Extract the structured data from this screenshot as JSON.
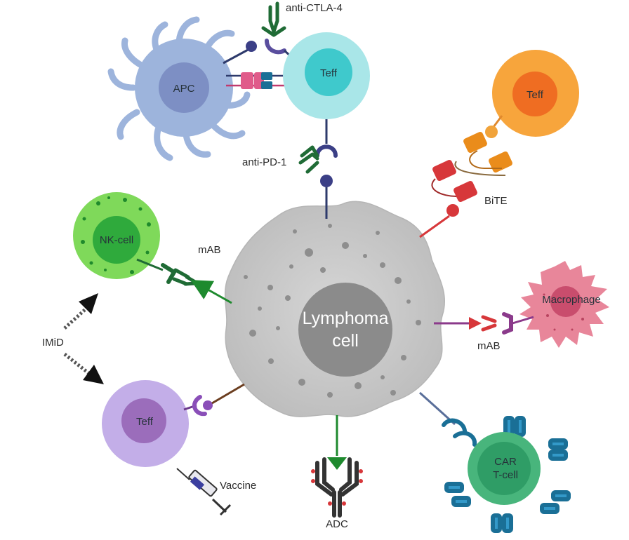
{
  "cells": {
    "lymphoma_line1": "Lymphoma",
    "lymphoma_line2": "cell",
    "apc": "APC",
    "teff_top": "Teff",
    "teff_right": "Teff",
    "teff_left": "Teff",
    "nk": "NK-cell",
    "macrophage": "Macrophage",
    "car_line1": "CAR",
    "car_line2": "T-cell"
  },
  "labels": {
    "anti_ctla4": "anti-CTLA-4",
    "anti_pd1": "anti-PD-1",
    "bite": "BiTE",
    "mab_left": "mAB",
    "mab_right": "mAB",
    "imid": "IMiD",
    "vaccine": "Vaccine",
    "adc": "ADC"
  },
  "colors": {
    "lymphoma_body": "#c7c7c7",
    "lymphoma_nucleus": "#8b8b8b",
    "apc": "#9db4dc",
    "teff_top": "#a9e6e8",
    "teff_right": "#f7a53c",
    "nk": "#7fd95a",
    "macrophage": "#e8869a",
    "car": "#48b57c",
    "teff_left": "#c3aee8",
    "antibody_green": "#1f6b35",
    "adc_dark": "#333333"
  }
}
